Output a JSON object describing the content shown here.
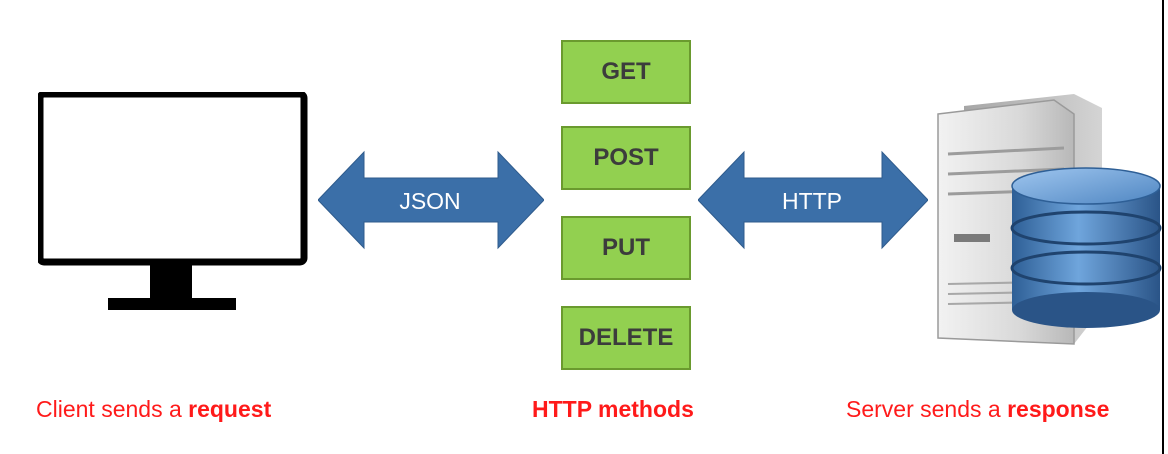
{
  "arrows": {
    "left_label": "JSON",
    "right_label": "HTTP"
  },
  "methods": [
    {
      "label": "GET"
    },
    {
      "label": "POST"
    },
    {
      "label": "PUT"
    },
    {
      "label": "DELETE"
    }
  ],
  "captions": {
    "client_prefix": "Client sends a ",
    "client_bold": "request",
    "methods_title": "HTTP methods",
    "server_prefix": "Server sends a ",
    "server_bold": "response"
  },
  "colors": {
    "method_fill": "#92d050",
    "arrow_fill": "#3b6fa8",
    "caption": "#ff1a1a"
  },
  "icons": {
    "client": "desktop-monitor-icon",
    "server": "server-database-icon"
  }
}
